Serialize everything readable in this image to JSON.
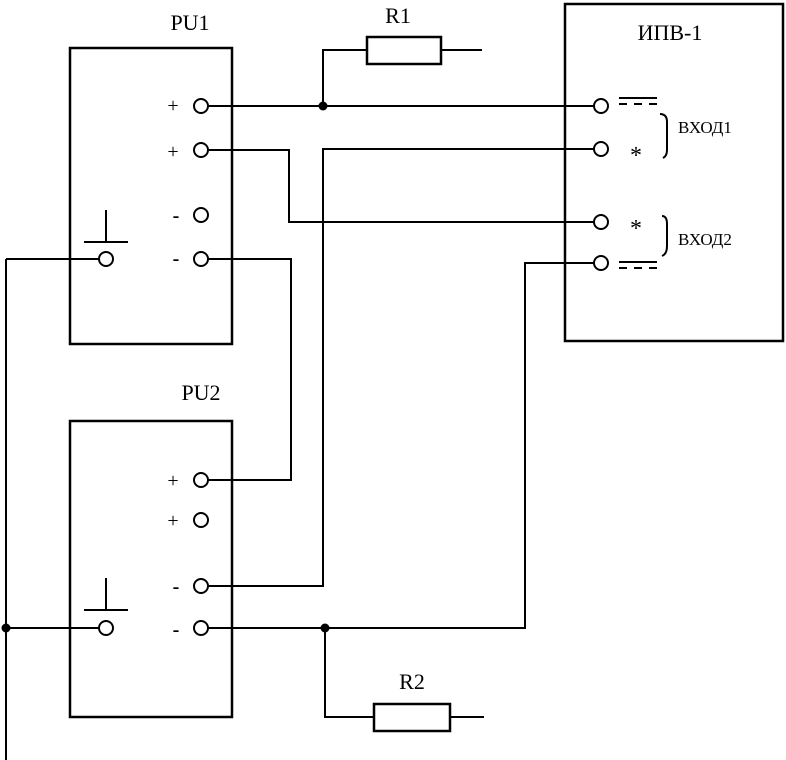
{
  "blocks": {
    "pu1": "PU1",
    "pu2": "PU2",
    "ipv": "ИПВ-1"
  },
  "resistors": {
    "r1": "R1",
    "r2": "R2"
  },
  "terminals": {
    "plus": "+",
    "minus": "-",
    "star": "*"
  },
  "inputs": {
    "in1": "ВХОД1",
    "in2": "ВХОД2"
  }
}
